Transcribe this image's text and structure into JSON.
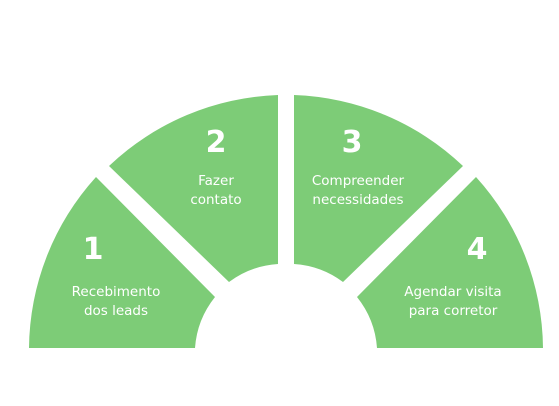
{
  "stages": [
    {
      "number": "1",
      "label_lines": [
        "Recebimento",
        "dos leads"
      ]
    },
    {
      "number": "2",
      "label_lines": [
        "Fazer",
        "contato"
      ]
    },
    {
      "number": "3",
      "label_lines": [
        "Compreender",
        "necessidades"
      ]
    },
    {
      "number": "4",
      "label_lines": [
        "Agendar visita",
        "para corretor"
      ]
    }
  ],
  "colors": {
    "segment_fill": "#7dcc77",
    "text": "#ffffff",
    "background": "#ffffff"
  }
}
